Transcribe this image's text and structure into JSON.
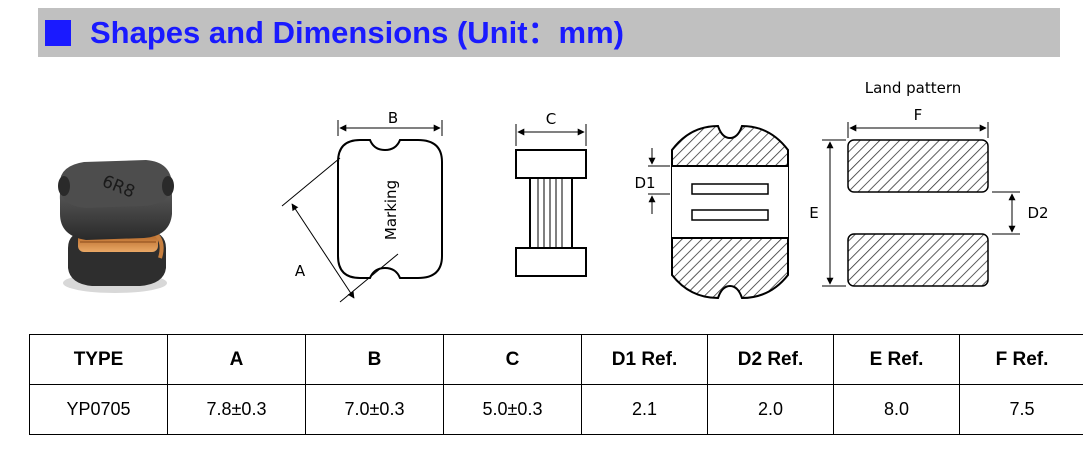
{
  "header": {
    "title": "Shapes and Dimensions (Unit：mm)",
    "accent_color": "#1a1aff",
    "bar_color": "#c0c0c0"
  },
  "drawing": {
    "photo_marking": "6R8",
    "body_marking": "Marking",
    "dim_a": "A",
    "dim_b": "B",
    "dim_c": "C",
    "dim_d1": "D1",
    "dim_d2": "D2",
    "dim_e": "E",
    "dim_f": "F",
    "land_pattern_label": "Land pattern"
  },
  "table": {
    "headers": [
      "TYPE",
      "A",
      "B",
      "C",
      "D1 Ref.",
      "D2 Ref.",
      "E Ref.",
      "F Ref."
    ],
    "rows": [
      [
        "YP0705",
        "7.8±0.3",
        "7.0±0.3",
        "5.0±0.3",
        "2.1",
        "2.0",
        "8.0",
        "7.5"
      ]
    ]
  }
}
